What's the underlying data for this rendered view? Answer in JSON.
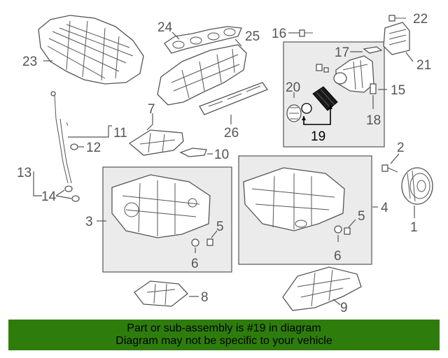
{
  "callouts": {
    "c1": "1",
    "c2": "2",
    "c3": "3",
    "c4": "4",
    "c5a": "5",
    "c5b": "5",
    "c6a": "6",
    "c6b": "6",
    "c7": "7",
    "c8": "8",
    "c9": "9",
    "c10": "10",
    "c11": "11",
    "c12": "12",
    "c13": "13",
    "c14": "14",
    "c15": "15",
    "c16": "16",
    "c17": "17",
    "c18": "18",
    "c19": "19",
    "c20": "20",
    "c21": "21",
    "c22": "22",
    "c23": "23",
    "c24": "24",
    "c25": "25",
    "c26": "26"
  },
  "highlighted_part": "19",
  "banner": {
    "line1": "Part or sub-assembly is #19 in diagram",
    "line2": "Diagram may not be specific to your vehicle",
    "color": "#2e7d0c"
  },
  "colors": {
    "line": "#555555",
    "box_fill": "#ebebeb",
    "highlight": "#000000"
  }
}
